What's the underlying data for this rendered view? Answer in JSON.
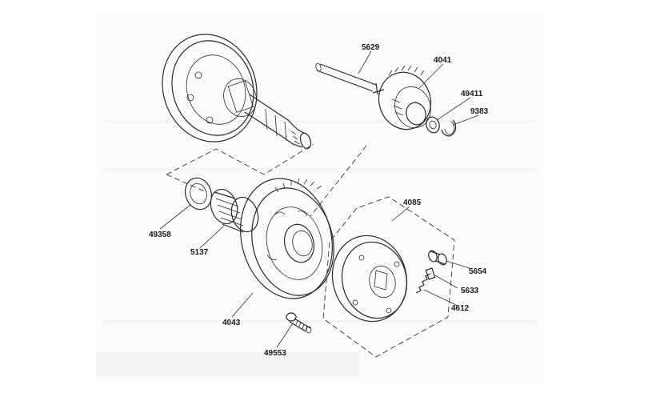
{
  "labels": {
    "p5629": "5629",
    "p4041": "4041",
    "p49411": "49411",
    "p9383": "9383",
    "p49358": "49358",
    "p5137": "5137",
    "p4085": "4085",
    "p5654": "5654",
    "p5633": "5633",
    "p4612": "4612",
    "p4043": "4043",
    "p49553": "49553"
  },
  "colors": {
    "line": "#2a2a2a",
    "background": "#ffffff",
    "ghost": "#f3f3f3"
  }
}
